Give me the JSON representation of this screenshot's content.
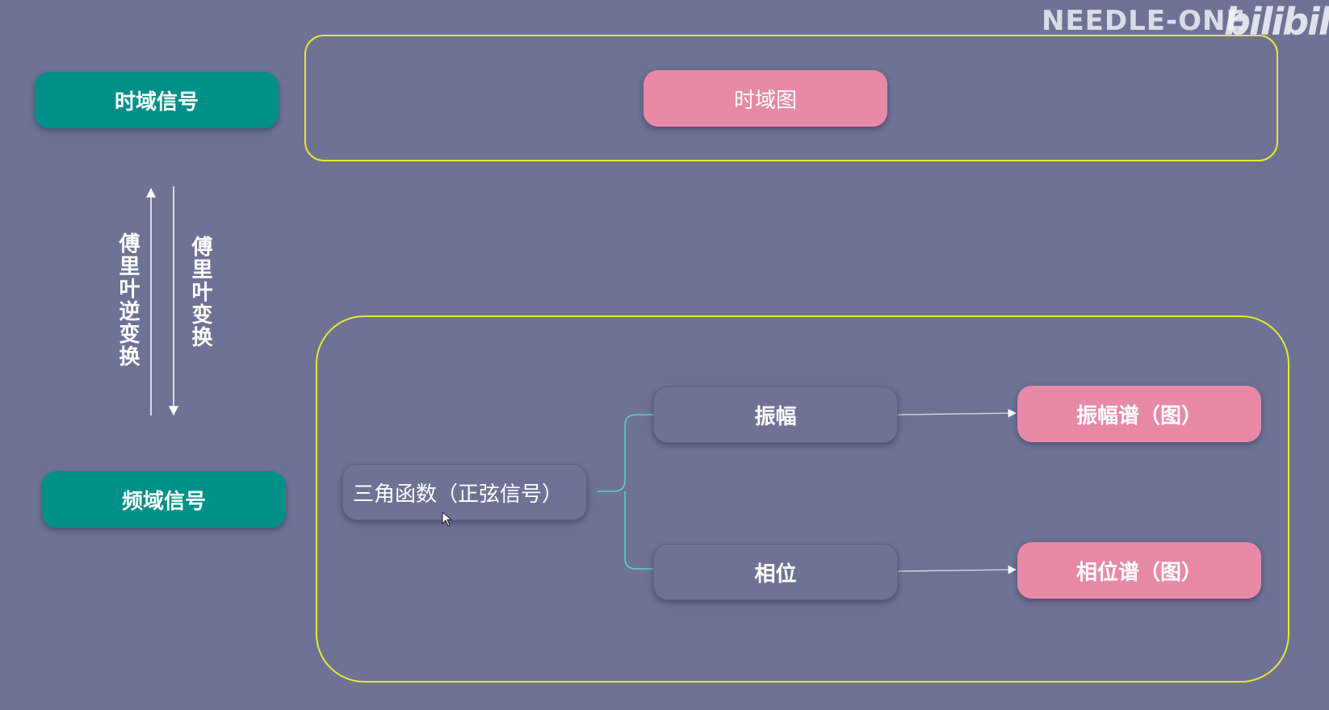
{
  "watermark": {
    "text": "NEEDLE-ONE",
    "logo": "bilibili"
  },
  "signals": {
    "time_domain": "时域信号",
    "freq_domain": "频域信号"
  },
  "transforms": {
    "inverse": "傅里叶逆变换",
    "forward": "傅里叶变换"
  },
  "time_group": {
    "chart": "时域图"
  },
  "freq_group": {
    "source": "三角函数（正弦信号）",
    "amplitude": "振幅",
    "phase": "相位",
    "amplitude_spectrum": "振幅谱（图）",
    "phase_spectrum": "相位谱（图）"
  },
  "colors": {
    "background": "#6e7396",
    "group_border": "#e6ea2c",
    "teal_box": "#009089",
    "pink_box": "#e88aa7",
    "brace": "#5fd0c8"
  }
}
